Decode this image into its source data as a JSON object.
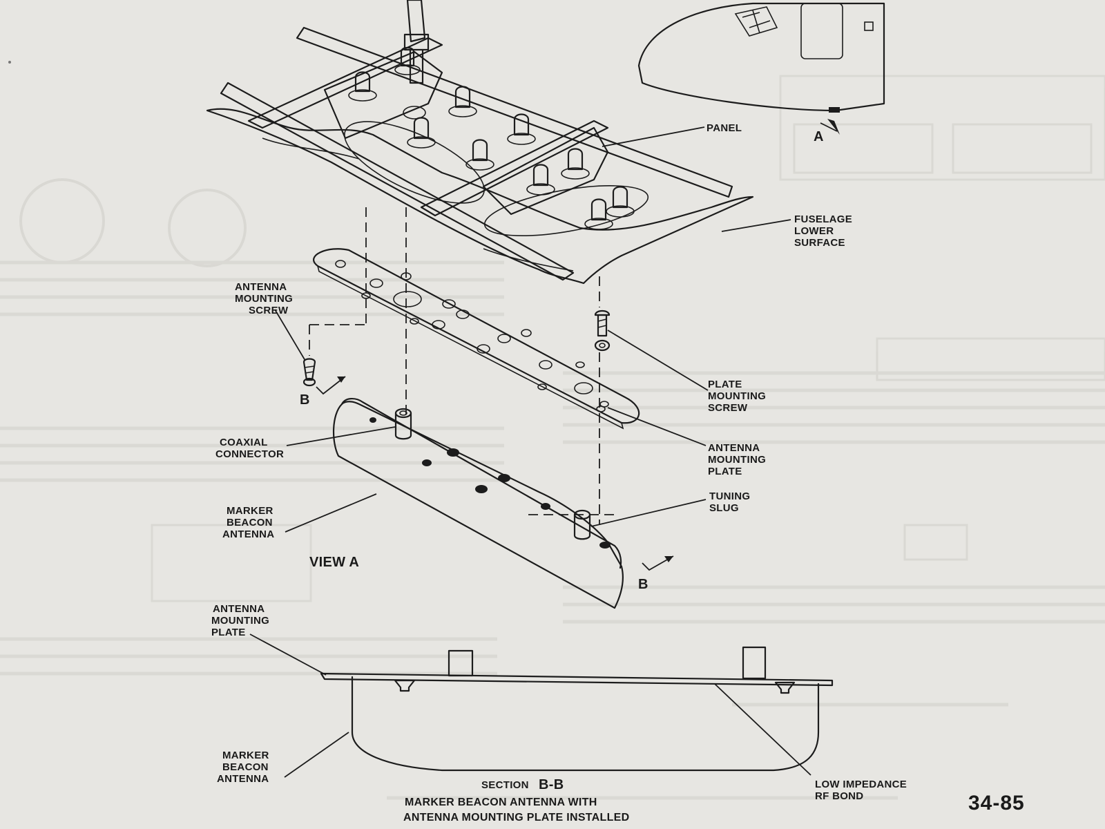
{
  "figure": {
    "page_number": "34-85",
    "view_labels": {
      "view_a": "VIEW A",
      "a_callout": "A",
      "b_callout_left": "B",
      "b_callout_right": "B"
    },
    "labels": {
      "panel": "PANEL",
      "fuselage": [
        "FUSELAGE",
        "LOWER",
        "SURFACE"
      ],
      "antenna_mounting_screw": [
        "ANTENNA",
        "MOUNTING",
        "SCREW"
      ],
      "plate_mounting_screw": [
        "PLATE",
        "MOUNTING",
        "SCREW"
      ],
      "coaxial_connector": [
        "COAXIAL",
        "CONNECTOR"
      ],
      "antenna_mounting_plate": [
        "ANTENNA",
        "MOUNTING",
        "PLATE"
      ],
      "tuning_slug": [
        "TUNING",
        "SLUG"
      ],
      "marker_beacon_antenna": [
        "MARKER",
        "BEACON",
        "ANTENNA"
      ],
      "section_antenna_mounting_plate": [
        "ANTENNA",
        "MOUNTING",
        "PLATE"
      ],
      "section_marker_beacon_antenna": [
        "MARKER",
        "BEACON",
        "ANTENNA"
      ],
      "low_impedance": [
        "LOW IMPEDANCE",
        "RF BOND"
      ]
    },
    "section_title": {
      "heading_word": "SECTION",
      "heading_ref": "B-B",
      "caption": [
        "MARKER BEACON ANTENNA WITH",
        "ANTENNA MOUNTING PLATE INSTALLED"
      ]
    }
  }
}
